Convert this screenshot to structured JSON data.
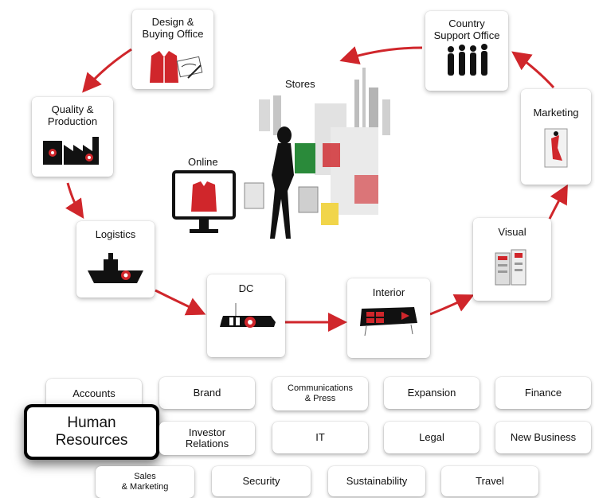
{
  "colors": {
    "accent": "#d0262b",
    "dark": "#111111"
  },
  "cycle": {
    "design": {
      "label": "Design &\nBuying Office",
      "icon": "blazer-sketch-icon"
    },
    "quality": {
      "label": "Quality &\nProduction",
      "icon": "factory-icon"
    },
    "logistics": {
      "label": "Logistics",
      "icon": "ship-icon"
    },
    "dc": {
      "label": "DC",
      "icon": "dc-device-icon"
    },
    "interior": {
      "label": "Interior",
      "icon": "display-panel-icon"
    },
    "visual": {
      "label": "Visual",
      "icon": "store-display-icon"
    },
    "marketing": {
      "label": "Marketing",
      "icon": "poster-icon"
    },
    "country": {
      "label": "Country\nSupport Office",
      "icon": "team-silhouette-icon"
    }
  },
  "center": {
    "stores": "Stores",
    "online": "Online"
  },
  "functions": {
    "highlighted": "Human\nResources",
    "items": [
      "Accounts",
      "Brand",
      "Communications\n& Press",
      "Expansion",
      "Finance",
      "Investor\nRelations",
      "IT",
      "Legal",
      "New Business",
      "Sales\n& Marketing",
      "Security",
      "Sustainability",
      "Travel"
    ]
  }
}
